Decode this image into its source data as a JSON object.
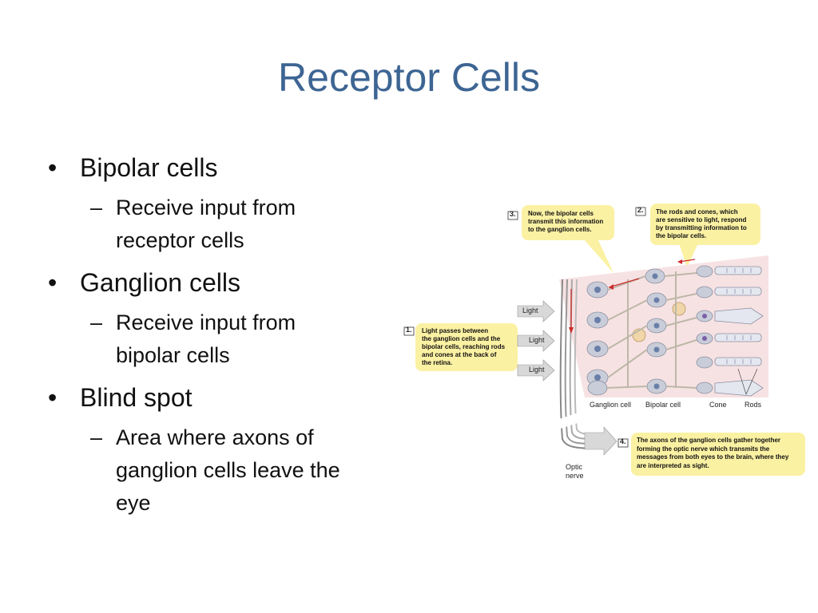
{
  "slide": {
    "title": "Receptor Cells",
    "bullets": [
      {
        "text": "Bipolar cells",
        "sub": [
          "Receive input from",
          "receptor cells"
        ]
      },
      {
        "text": "Ganglion cells",
        "sub": [
          "Receive input from",
          "bipolar cells"
        ]
      },
      {
        "text": "Blind spot",
        "sub": [
          "Area where axons of",
          "ganglion cells leave the",
          "eye"
        ]
      }
    ],
    "bullet_glyph": "•",
    "sub_glyph": "–"
  },
  "diagram": {
    "steps": [
      {
        "num": "1.",
        "text": [
          "Light passes between",
          "the ganglion cells and  the",
          "bipolar cells, reaching rods",
          "and cones at the back of",
          "the retina."
        ]
      },
      {
        "num": "2.",
        "text": [
          "The rods and cones, which",
          "are sensitive to light, respond",
          "by transmitting information to",
          "the bipolar cells."
        ]
      },
      {
        "num": "3.",
        "text": [
          "Now, the bipolar cells",
          "transmit this information",
          "to the ganglion cells."
        ]
      },
      {
        "num": "4.",
        "text": [
          "The axons of the ganglion cells gather together",
          "forming the optic nerve which transmits the",
          "messages from both eyes to the brain, where they",
          "are interpreted as sight."
        ]
      }
    ],
    "light_label": "Light",
    "labels": {
      "ganglion": "Ganglion cell",
      "bipolar": "Bipolar cell",
      "cone": "Cone",
      "rods": "Rods",
      "optic1": "Optic",
      "optic2": "nerve"
    },
    "colors": {
      "callout": "#fbf1a3",
      "tissue": "#f7e2e3",
      "cell": "#c9cdd9",
      "nucleus": "#6a7fa8",
      "arrow": "#d8d8d8",
      "red": "#cc2b2b"
    }
  }
}
